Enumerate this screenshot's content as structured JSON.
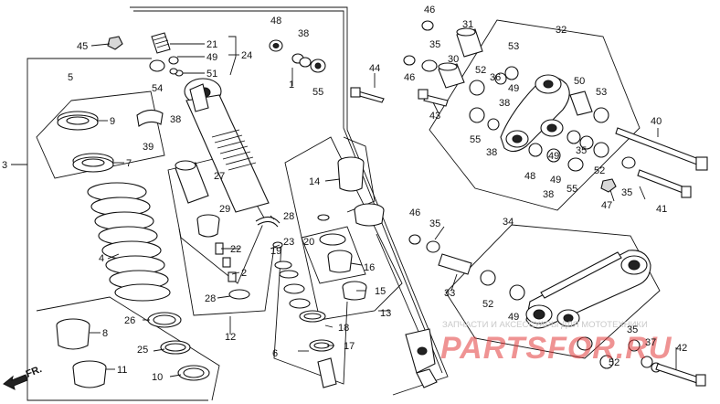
{
  "direction_label": "FR.",
  "watermark": {
    "line1": "ЗАПЧАСТИ И АКСЕССУАРЫ ДЛЯ МОТОТЕХНИКИ",
    "line2": "PARTSFOR.RU"
  },
  "colors": {
    "ink": "#111111",
    "watermark": "#e23a3a"
  },
  "callouts": {
    "c1": "1",
    "c2": "2",
    "c3": "3",
    "c4": "4",
    "c5": "5",
    "c6": "6",
    "c7": "7",
    "c8": "8",
    "c9": "9",
    "c10": "10",
    "c11": "11",
    "c12": "12",
    "c13": "13",
    "c14": "14",
    "c15": "15",
    "c16": "16",
    "c17": "17",
    "c18": "18",
    "c19": "19",
    "c20": "20",
    "c21": "21",
    "c22": "22",
    "c23": "23",
    "c24": "24",
    "c25": "25",
    "c26": "26",
    "c27": "27",
    "c28a": "28",
    "c28b": "28",
    "c29": "29",
    "c30": "30",
    "c31": "31",
    "c32": "32",
    "c33": "33",
    "c34": "34",
    "c35a": "35",
    "c35b": "35",
    "c35c": "35",
    "c35d": "35",
    "c35e": "35",
    "c36": "36",
    "c37": "37",
    "c38a": "38",
    "c38b": "38",
    "c38c": "38",
    "c38d": "38",
    "c39": "39",
    "c40": "40",
    "c41": "41",
    "c42": "42",
    "c43": "43",
    "c44": "44",
    "c45": "45",
    "c46a": "46",
    "c46b": "46",
    "c46c": "46",
    "c47": "47",
    "c48a": "48",
    "c48b": "48",
    "c49a": "49",
    "c49b": "49",
    "c49c": "49",
    "c49d": "49",
    "c50": "50",
    "c51": "51",
    "c52a": "52",
    "c52b": "52",
    "c52c": "52",
    "c52d": "52",
    "c53a": "53",
    "c53b": "53",
    "c54": "54",
    "c55a": "55",
    "c55b": "55",
    "c55c": "55"
  }
}
